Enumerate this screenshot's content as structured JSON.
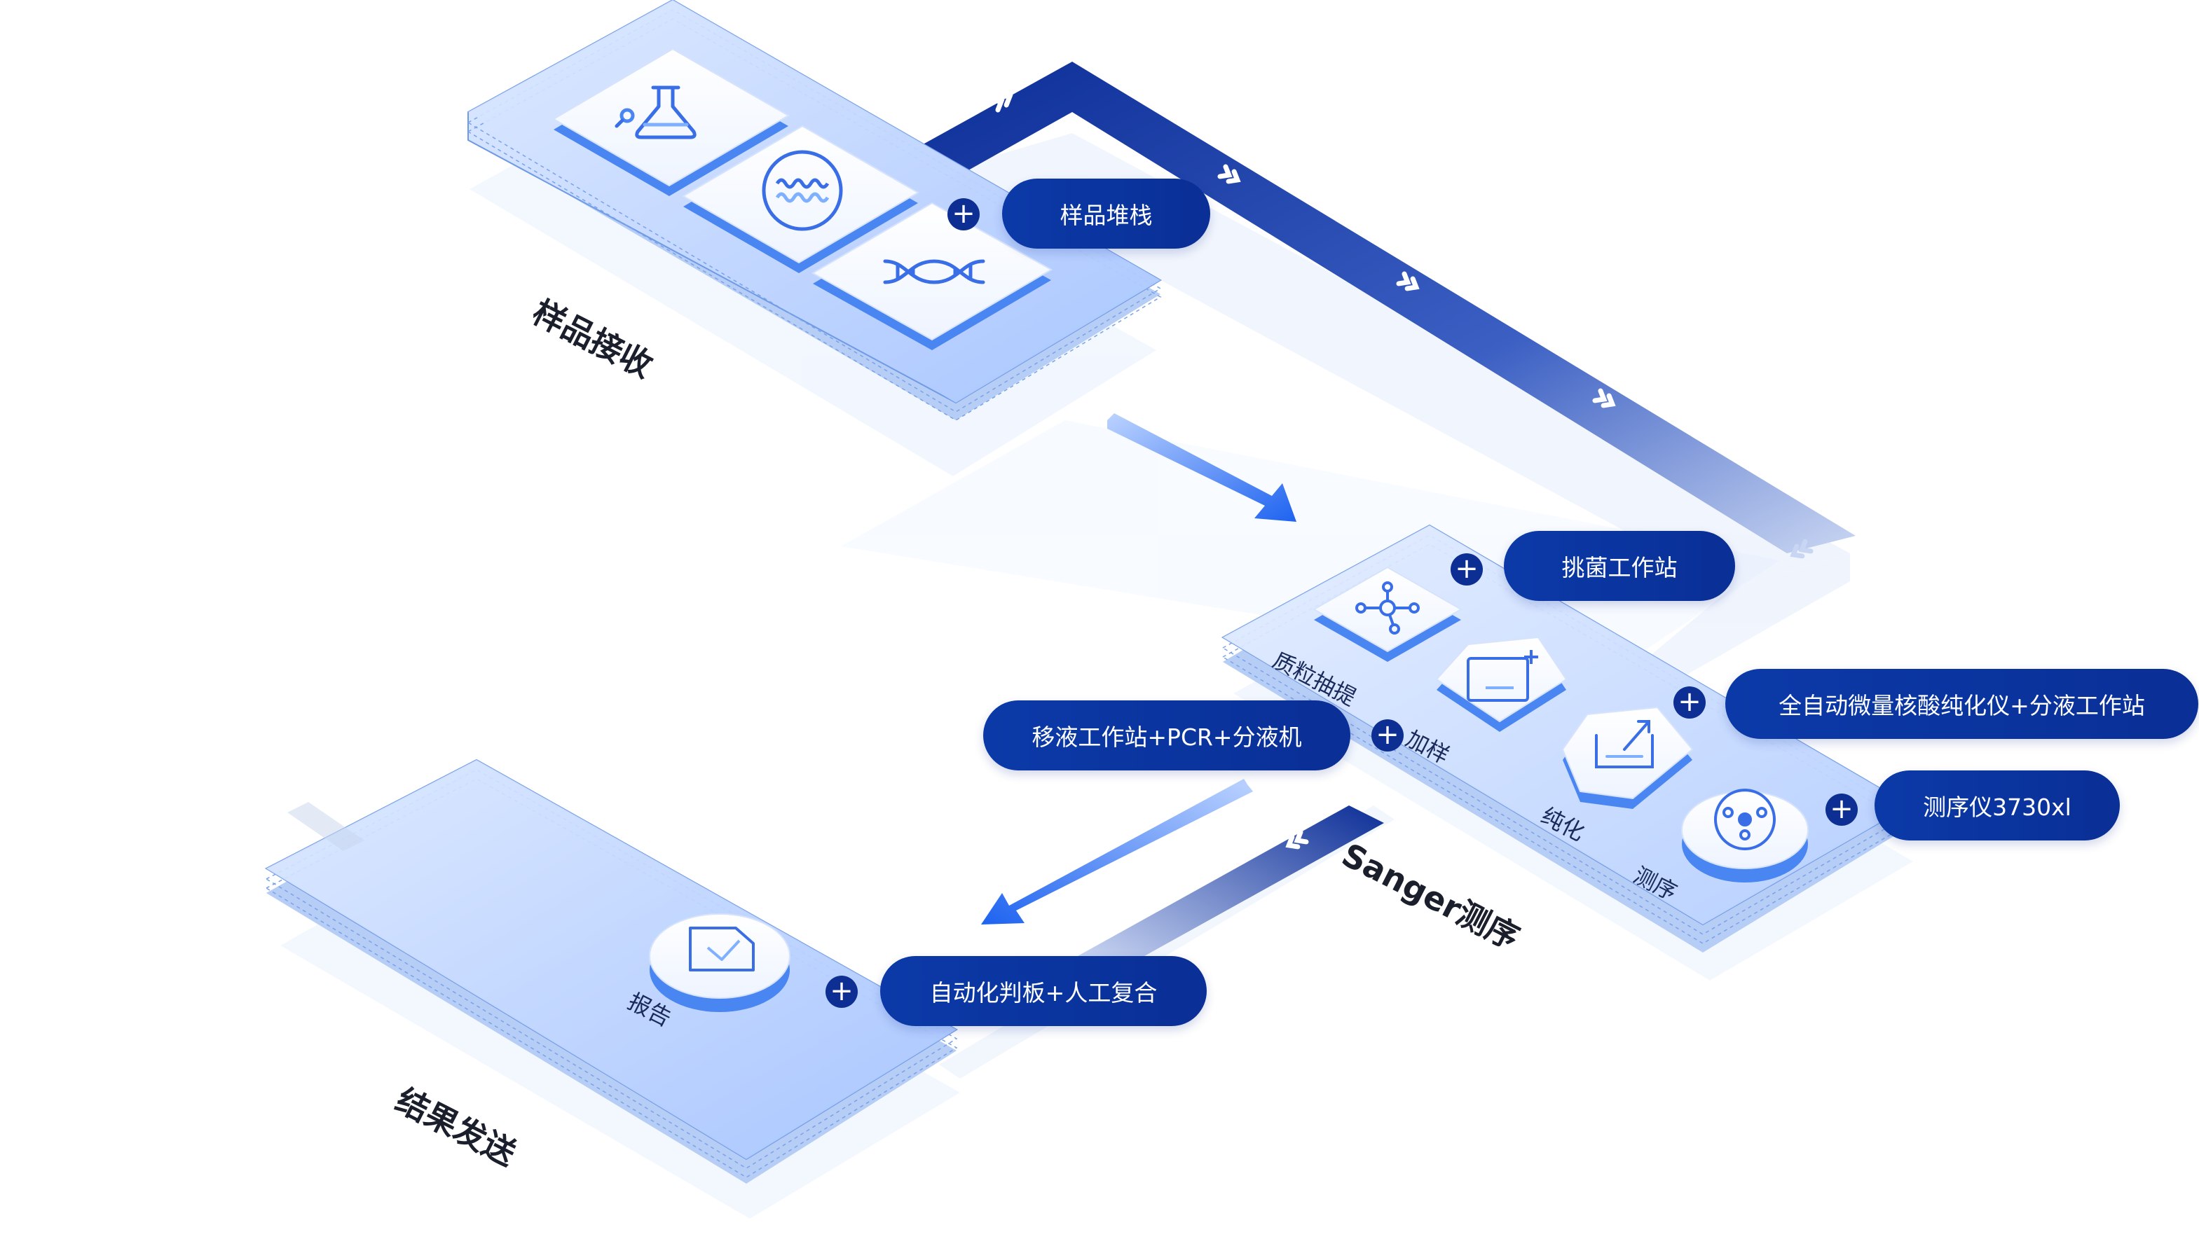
{
  "stages": {
    "receive": {
      "title": "样品接收"
    },
    "sanger": {
      "title": "Sanger测序"
    },
    "result": {
      "title": "结果发送"
    }
  },
  "callouts": {
    "stack": "样品堆栈",
    "picking": "挑菌工作站",
    "purifier": "全自动微量核酸纯化仪+分液工作站",
    "pipetting": "移液工作站+PCR+分液机",
    "sequencer": "测序仪3730xl",
    "review": "自动化判板+人工复合"
  },
  "steps": {
    "plasmid": "质粒抽提",
    "loading": "加样",
    "purify": "纯化",
    "sequencing": "测序",
    "report": "报告"
  },
  "icons": {
    "flask": "flask-icon",
    "wave": "wave-circle-icon",
    "dna": "dna-icon",
    "molecule": "molecule-icon",
    "loading": "loading-icon",
    "purify": "purify-icon",
    "sequencer": "sequencer-icon",
    "report": "report-icon"
  },
  "colors": {
    "primary": "#0b3aa8",
    "accent": "#2f6ef2",
    "platform": "#cfe0ff",
    "platform_edge": "#6f9ae6"
  }
}
